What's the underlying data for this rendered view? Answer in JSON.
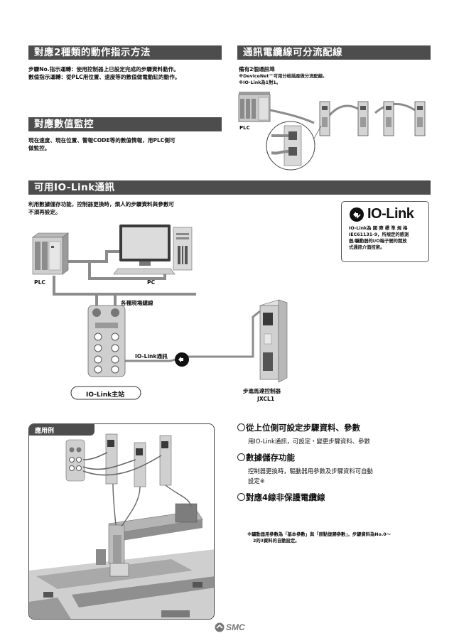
{
  "section1": {
    "title": "對應2種類的動作指示方法",
    "lines": [
      "步驟No.指示運轉：使用控制器上已設定完成的步驟資料動作。",
      "數值指示運轉：從PLC用位置、速度等的數值做電動缸的動作。"
    ]
  },
  "section2": {
    "title": "通訊電纜線可分流配線",
    "line1": "備有2個通訊埠",
    "line2": "※DeviceNet™可用分岐插座做分流配線。",
    "line3": "※IO-Link為1對1。",
    "plc_label": "PLC"
  },
  "section3": {
    "title": "對應數值監控",
    "lines": [
      "現在速度、現在位置、警報CODE等的數值情報，用PLC側可",
      "做監控。"
    ]
  },
  "section4": {
    "title": "可用IO-Link通訊",
    "lines": [
      "利用數據儲存功能，控制器更換時，煩人的步驟資料與參數可",
      "不須再設定。"
    ],
    "logo_text": "IO-Link",
    "logo_desc": [
      "IO-Link為 國 際 標 準 規 格",
      "IEC61131-9，所規定的感測",
      "器/驅動器的I/O端子間的開放",
      "式通訊介面技術。"
    ],
    "labels": {
      "plc": "PLC",
      "pc": "PC",
      "fieldbus": "各種現場總線",
      "iolink_comm": "IO-Link通訊",
      "master": "IO-Link主站",
      "controller_line1": "步進馬達控制器",
      "controller_line2": "JXCL1"
    }
  },
  "example": {
    "title": "應用例"
  },
  "features": [
    {
      "title": "從上位側可設定步驟資料、參數",
      "lines": [
        "用IO-Link通訊，可設定・變更步驟資料、參數"
      ]
    },
    {
      "title": "數據儲存功能",
      "lines": [
        "控制器更換時，驅動器用參數及步驟資料可自動",
        "設定※"
      ]
    },
    {
      "title": "對應4線非保護電纜線",
      "lines": []
    }
  ],
  "footnote": [
    "※驅動器用參數為「基本參數」與「原點復歸參數」，步驟資料為No.0〜",
    "2的3資料的自動設定。"
  ],
  "brand": "SMC",
  "colors": {
    "section_bar": "#4d4d4d",
    "cable": "#8c8c8c",
    "device": "#cfcfcf"
  }
}
